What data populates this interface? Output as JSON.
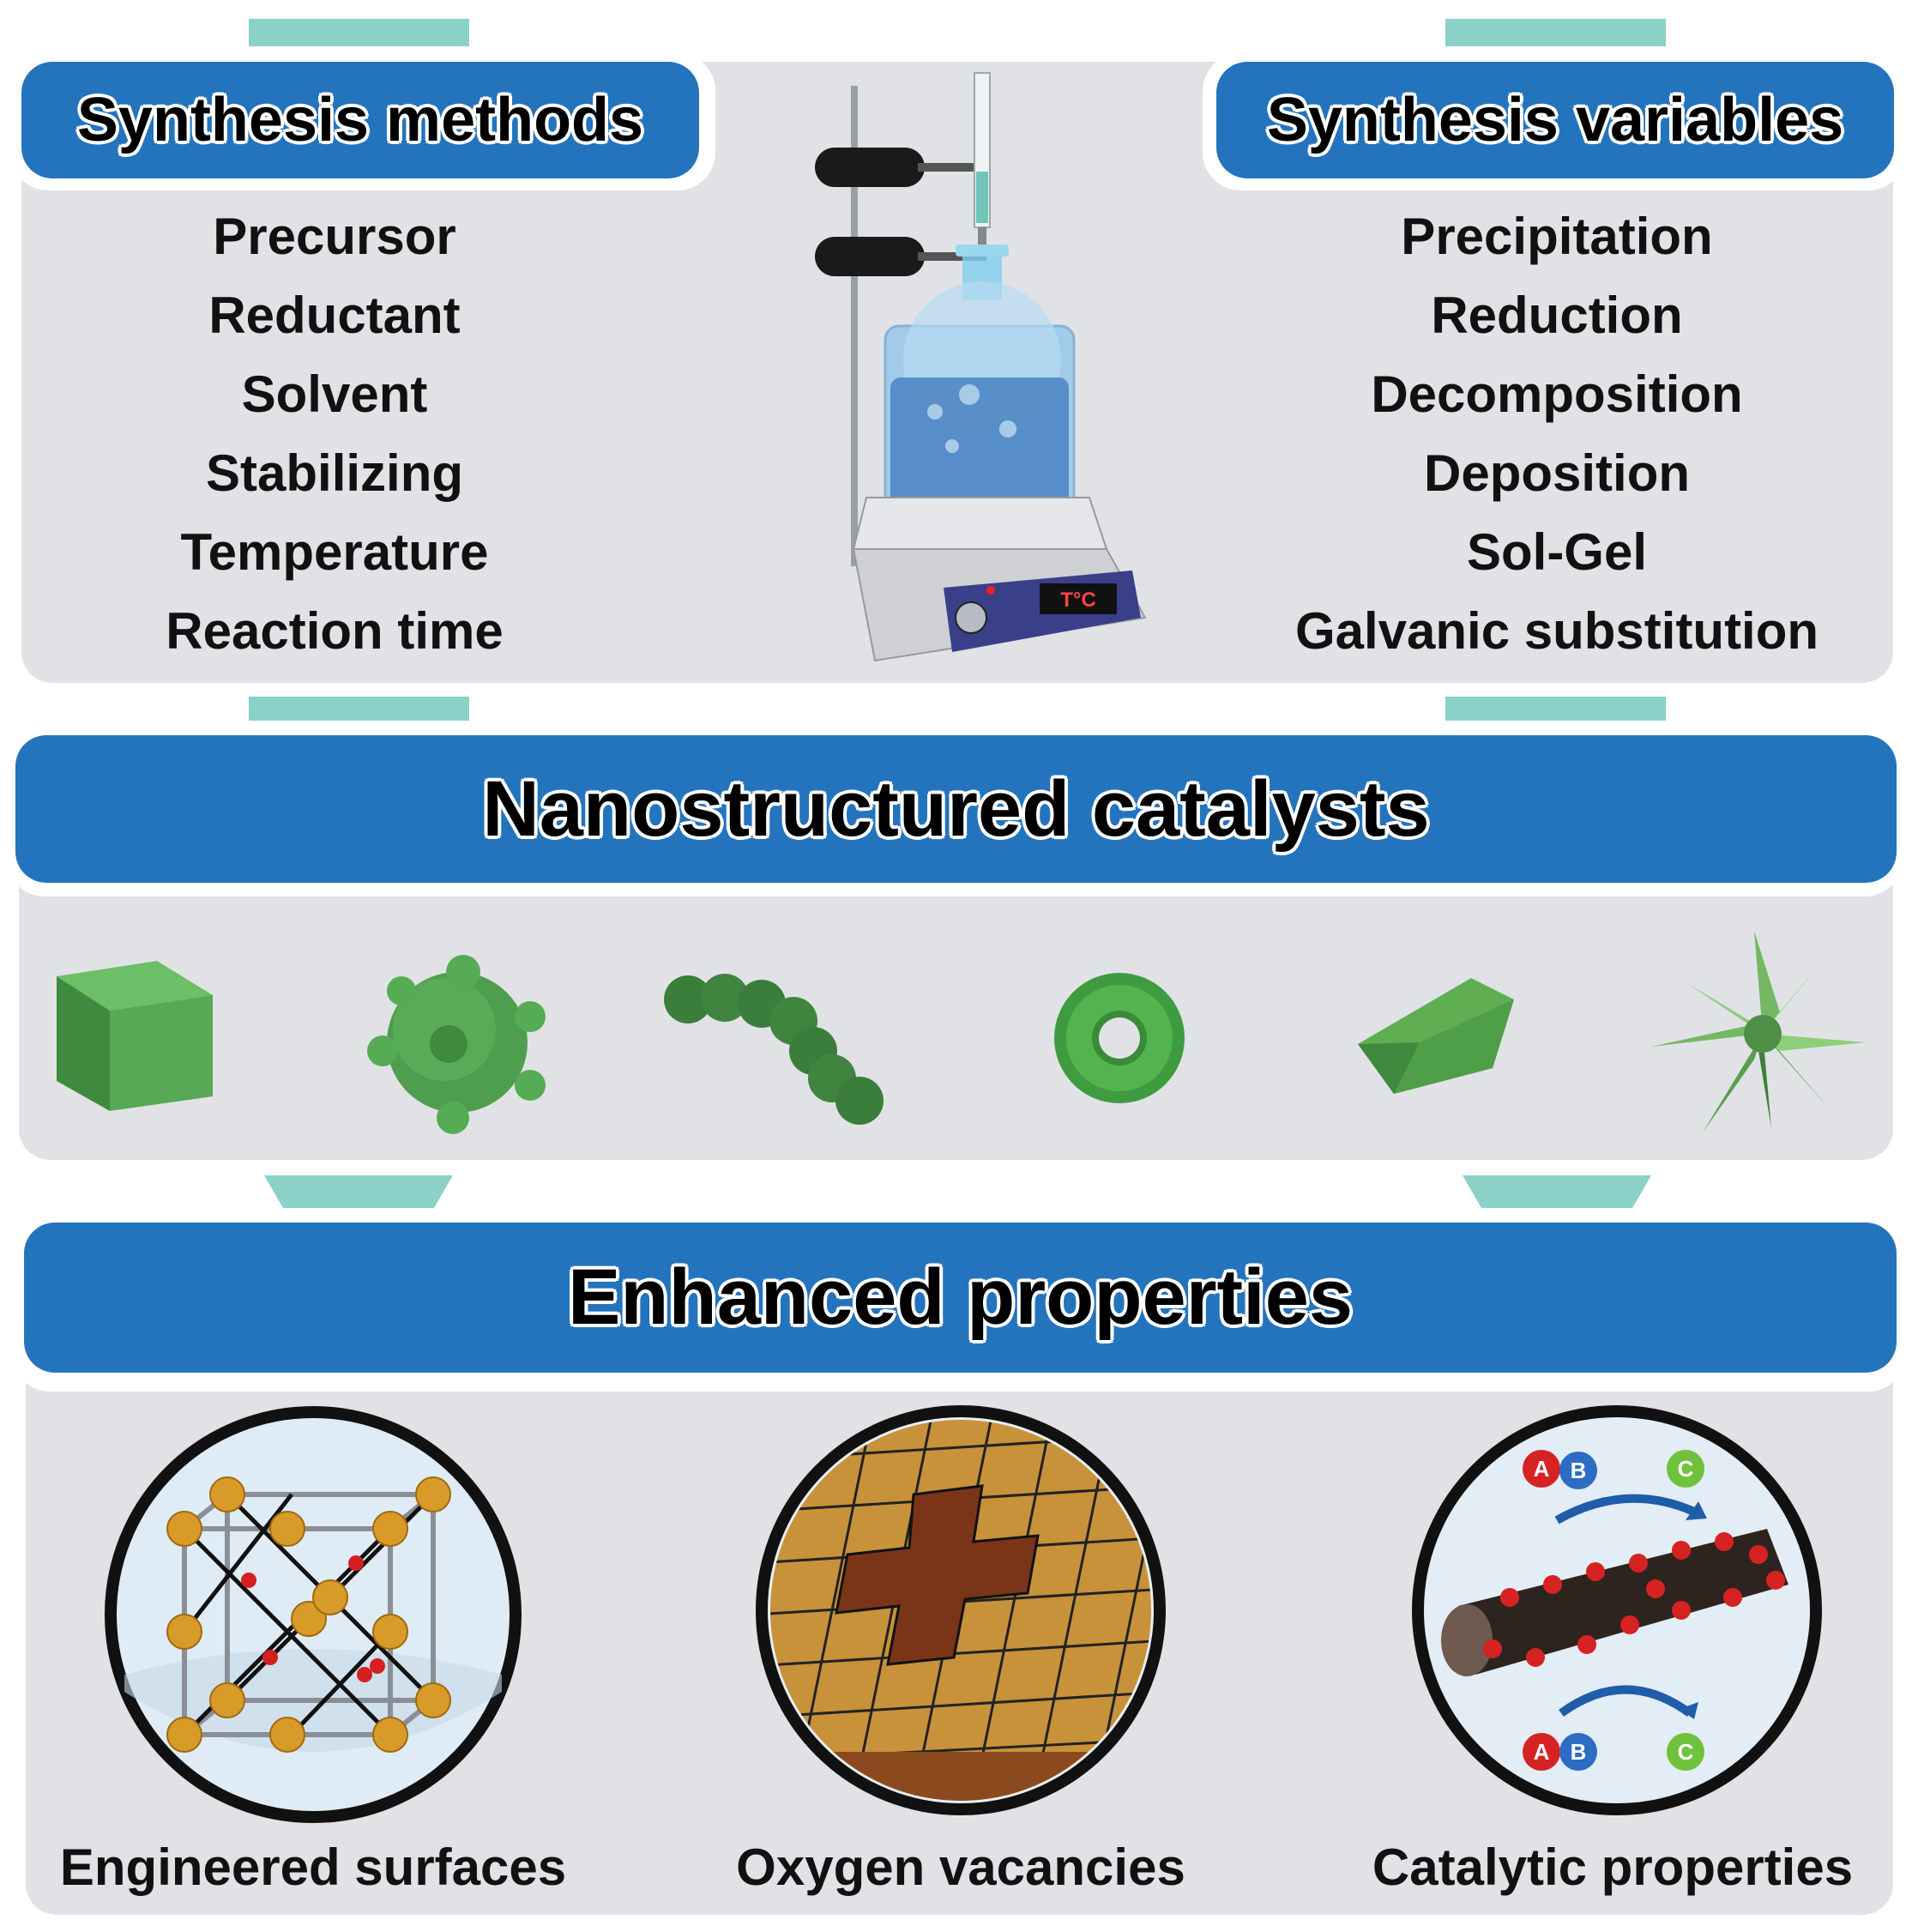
{
  "colors": {
    "banner": "#2474bd",
    "panel": "#e1e2e6",
    "connector": "#8ad1c7",
    "shape_green": "#4fa24f"
  },
  "top": {
    "left_title": "Synthesis methods",
    "right_title": "Synthesis variables",
    "left_items": [
      "Precursor",
      "Reductant",
      "Solvent",
      "Stabilizing",
      "Temperature",
      "Reaction time"
    ],
    "right_items": [
      "Precipitation",
      "Reduction",
      "Decomposition",
      "Deposition",
      "Sol-Gel",
      "Galvanic substitution"
    ],
    "apparatus": {
      "display_label": "T°C",
      "icon": "hotplate-stirrer-apparatus-icon"
    }
  },
  "middle": {
    "title": "Nanostructured catalysts",
    "shapes": [
      "cube-icon",
      "spiky-sphere-icon",
      "nanochain-icon",
      "torus-icon",
      "polyhedron-icon",
      "star-cluster-icon"
    ]
  },
  "bottom": {
    "title": "Enhanced properties",
    "items": [
      {
        "caption": "Engineered surfaces",
        "icon": "crystal-lattice-icon"
      },
      {
        "caption": "Oxygen vacancies",
        "icon": "vacancy-grid-icon"
      },
      {
        "caption": "Catalytic properties",
        "icon": "catalyst-rod-icon",
        "labels": [
          "A",
          "B",
          "C"
        ]
      }
    ]
  }
}
